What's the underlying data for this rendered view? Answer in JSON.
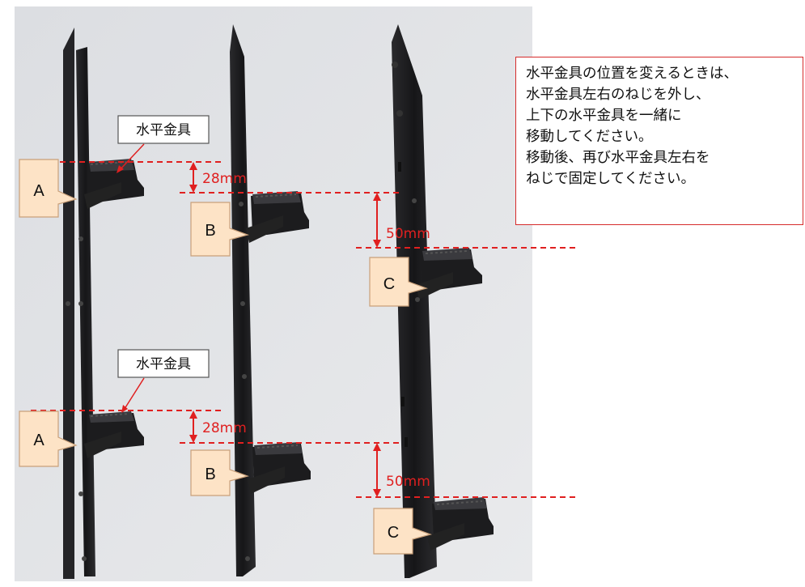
{
  "callouts": {
    "top_part": "水平金具",
    "bottom_part": "水平金具"
  },
  "letters": {
    "a": "A",
    "b": "B",
    "c": "C"
  },
  "measurements": {
    "ab_gap": "28mm",
    "bc_gap": "50mm"
  },
  "instruction_lines": [
    "水平金具の位置を変えるときは、",
    "水平金具左右のねじを外し、",
    "上下の水平金具を一緒に",
    "移動してください。",
    "移動後、再び水平金具左右を",
    "ねじで固定してください。"
  ],
  "colors": {
    "accent_red": "#e02020",
    "callout_fill": "#fde3c6",
    "metal": "#1b1b1d"
  }
}
